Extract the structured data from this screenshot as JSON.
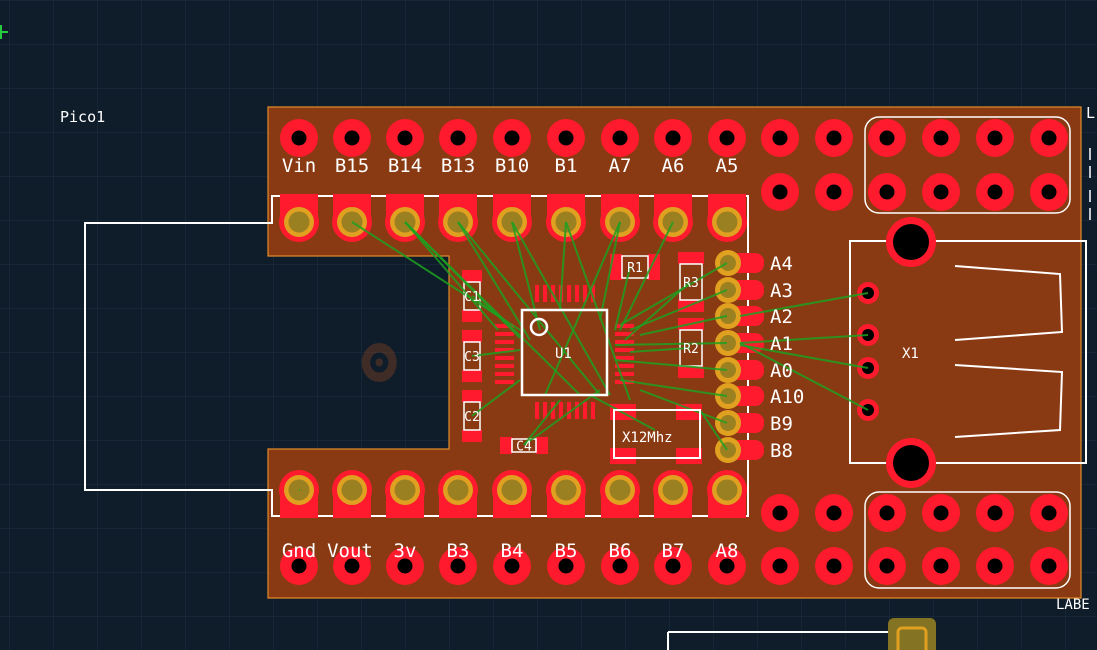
{
  "canvas": {
    "background_color": "#0f1c2a",
    "grid_color": "#1f3142",
    "origin_marker_color": "#27c93f"
  },
  "board": {
    "name": "Pico1",
    "substrate_color": "#8a3a12",
    "outline_color": "#e08a2a",
    "copper_color": "#ff1a2e",
    "pad_gold_color": "#e0a020",
    "silkscreen_color": "#ffffff",
    "ratsnest_color": "#1ea020",
    "top_pin_labels": [
      "Vin",
      "B15",
      "B14",
      "B13",
      "B10",
      "B1",
      "A7",
      "A6",
      "A5"
    ],
    "bottom_pin_labels": [
      "Gnd",
      "Vout",
      "3v",
      "B3",
      "B4",
      "B5",
      "B6",
      "B7",
      "A8"
    ],
    "right_pin_labels": [
      "A4",
      "A3",
      "A2",
      "A1",
      "A0",
      "A10",
      "B9",
      "B8"
    ]
  },
  "components": {
    "mcu": "U1",
    "crystal": "X12Mhz",
    "usb_connector": "X1",
    "resistors": [
      "R1",
      "R3",
      "R2"
    ],
    "capacitors": [
      "C1",
      "C3",
      "C2",
      "C4"
    ]
  },
  "offscreen_labels": {
    "right_edge_fragment": "L",
    "bottom_right_fragment": "LABE"
  }
}
